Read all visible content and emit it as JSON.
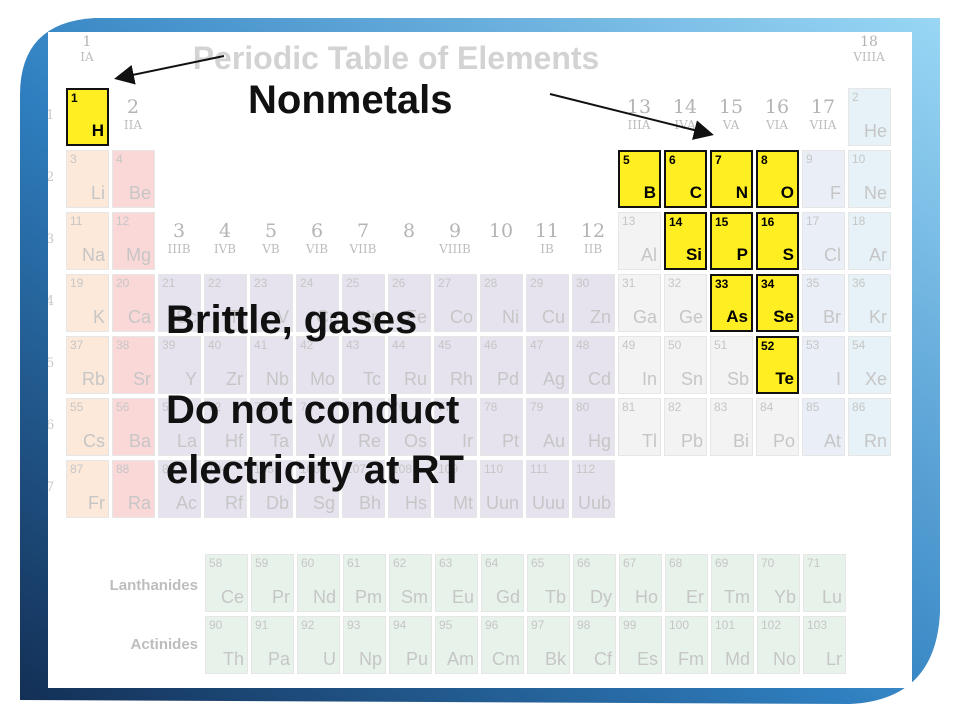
{
  "slide": {
    "table_title": "Periodic Table of Elements",
    "heading": "Nonmetals",
    "bullet1": "Brittle, gases",
    "bullet2_line1": "Do not conduct",
    "bullet2_line2": "electricity at RT",
    "lanthanides_label": "Lanthanides",
    "actinides_label": "Actinides"
  },
  "groups": [
    {
      "n": "1",
      "r": "IA"
    },
    {
      "n": "2",
      "r": "IIA"
    },
    {
      "n": "3",
      "r": "IIIB"
    },
    {
      "n": "4",
      "r": "IVB"
    },
    {
      "n": "5",
      "r": "VB"
    },
    {
      "n": "6",
      "r": "VIB"
    },
    {
      "n": "7",
      "r": "VIIB"
    },
    {
      "n": "8",
      "r": ""
    },
    {
      "n": "9",
      "r": "VIIIB"
    },
    {
      "n": "10",
      "r": ""
    },
    {
      "n": "11",
      "r": "IB"
    },
    {
      "n": "12",
      "r": "IIB"
    },
    {
      "n": "13",
      "r": "IIIA"
    },
    {
      "n": "14",
      "r": "IVA"
    },
    {
      "n": "15",
      "r": "VA"
    },
    {
      "n": "16",
      "r": "VIA"
    },
    {
      "n": "17",
      "r": "VIIA"
    },
    {
      "n": "18",
      "r": "VIIIA"
    }
  ],
  "periods": [
    "1",
    "2",
    "3",
    "4",
    "5",
    "6",
    "7"
  ],
  "elements": [
    {
      "n": "1",
      "s": "H",
      "p": 1,
      "g": 1,
      "c": "nm",
      "hl": true
    },
    {
      "n": "2",
      "s": "He",
      "p": 1,
      "g": 18,
      "c": "ng"
    },
    {
      "n": "3",
      "s": "Li",
      "p": 2,
      "g": 1,
      "c": "alk"
    },
    {
      "n": "4",
      "s": "Be",
      "p": 2,
      "g": 2,
      "c": "ae"
    },
    {
      "n": "5",
      "s": "B",
      "p": 2,
      "g": 13,
      "c": "nm",
      "hl": true
    },
    {
      "n": "6",
      "s": "C",
      "p": 2,
      "g": 14,
      "c": "nm",
      "hl": true
    },
    {
      "n": "7",
      "s": "N",
      "p": 2,
      "g": 15,
      "c": "nm",
      "hl": true
    },
    {
      "n": "8",
      "s": "O",
      "p": 2,
      "g": 16,
      "c": "nm",
      "hl": true
    },
    {
      "n": "9",
      "s": "F",
      "p": 2,
      "g": 17,
      "c": "hal"
    },
    {
      "n": "10",
      "s": "Ne",
      "p": 2,
      "g": 18,
      "c": "ng"
    },
    {
      "n": "11",
      "s": "Na",
      "p": 3,
      "g": 1,
      "c": "alk"
    },
    {
      "n": "12",
      "s": "Mg",
      "p": 3,
      "g": 2,
      "c": "ae"
    },
    {
      "n": "13",
      "s": "Al",
      "p": 3,
      "g": 13,
      "c": "oth"
    },
    {
      "n": "14",
      "s": "Si",
      "p": 3,
      "g": 14,
      "c": "nm",
      "hl": true
    },
    {
      "n": "15",
      "s": "P",
      "p": 3,
      "g": 15,
      "c": "nm",
      "hl": true
    },
    {
      "n": "16",
      "s": "S",
      "p": 3,
      "g": 16,
      "c": "nm",
      "hl": true
    },
    {
      "n": "17",
      "s": "Cl",
      "p": 3,
      "g": 17,
      "c": "hal"
    },
    {
      "n": "18",
      "s": "Ar",
      "p": 3,
      "g": 18,
      "c": "ng"
    },
    {
      "n": "19",
      "s": "K",
      "p": 4,
      "g": 1,
      "c": "alk"
    },
    {
      "n": "20",
      "s": "Ca",
      "p": 4,
      "g": 2,
      "c": "ae"
    },
    {
      "n": "21",
      "s": "Sc",
      "p": 4,
      "g": 3,
      "c": "tm"
    },
    {
      "n": "22",
      "s": "Ti",
      "p": 4,
      "g": 4,
      "c": "tm"
    },
    {
      "n": "23",
      "s": "V",
      "p": 4,
      "g": 5,
      "c": "tm"
    },
    {
      "n": "24",
      "s": "Cr",
      "p": 4,
      "g": 6,
      "c": "tm"
    },
    {
      "n": "25",
      "s": "Mn",
      "p": 4,
      "g": 7,
      "c": "tm"
    },
    {
      "n": "26",
      "s": "Fe",
      "p": 4,
      "g": 8,
      "c": "tm"
    },
    {
      "n": "27",
      "s": "Co",
      "p": 4,
      "g": 9,
      "c": "tm"
    },
    {
      "n": "28",
      "s": "Ni",
      "p": 4,
      "g": 10,
      "c": "tm"
    },
    {
      "n": "29",
      "s": "Cu",
      "p": 4,
      "g": 11,
      "c": "tm"
    },
    {
      "n": "30",
      "s": "Zn",
      "p": 4,
      "g": 12,
      "c": "tm"
    },
    {
      "n": "31",
      "s": "Ga",
      "p": 4,
      "g": 13,
      "c": "oth"
    },
    {
      "n": "32",
      "s": "Ge",
      "p": 4,
      "g": 14,
      "c": "oth"
    },
    {
      "n": "33",
      "s": "As",
      "p": 4,
      "g": 15,
      "c": "nm",
      "hl": true
    },
    {
      "n": "34",
      "s": "Se",
      "p": 4,
      "g": 16,
      "c": "nm",
      "hl": true
    },
    {
      "n": "35",
      "s": "Br",
      "p": 4,
      "g": 17,
      "c": "hal"
    },
    {
      "n": "36",
      "s": "Kr",
      "p": 4,
      "g": 18,
      "c": "ng"
    },
    {
      "n": "37",
      "s": "Rb",
      "p": 5,
      "g": 1,
      "c": "alk"
    },
    {
      "n": "38",
      "s": "Sr",
      "p": 5,
      "g": 2,
      "c": "ae"
    },
    {
      "n": "39",
      "s": "Y",
      "p": 5,
      "g": 3,
      "c": "tm"
    },
    {
      "n": "40",
      "s": "Zr",
      "p": 5,
      "g": 4,
      "c": "tm"
    },
    {
      "n": "41",
      "s": "Nb",
      "p": 5,
      "g": 5,
      "c": "tm"
    },
    {
      "n": "42",
      "s": "Mo",
      "p": 5,
      "g": 6,
      "c": "tm"
    },
    {
      "n": "43",
      "s": "Tc",
      "p": 5,
      "g": 7,
      "c": "tm"
    },
    {
      "n": "44",
      "s": "Ru",
      "p": 5,
      "g": 8,
      "c": "tm"
    },
    {
      "n": "45",
      "s": "Rh",
      "p": 5,
      "g": 9,
      "c": "tm"
    },
    {
      "n": "46",
      "s": "Pd",
      "p": 5,
      "g": 10,
      "c": "tm"
    },
    {
      "n": "47",
      "s": "Ag",
      "p": 5,
      "g": 11,
      "c": "tm"
    },
    {
      "n": "48",
      "s": "Cd",
      "p": 5,
      "g": 12,
      "c": "tm"
    },
    {
      "n": "49",
      "s": "In",
      "p": 5,
      "g": 13,
      "c": "oth"
    },
    {
      "n": "50",
      "s": "Sn",
      "p": 5,
      "g": 14,
      "c": "oth"
    },
    {
      "n": "51",
      "s": "Sb",
      "p": 5,
      "g": 15,
      "c": "oth"
    },
    {
      "n": "52",
      "s": "Te",
      "p": 5,
      "g": 16,
      "c": "nm",
      "hl": true
    },
    {
      "n": "53",
      "s": "I",
      "p": 5,
      "g": 17,
      "c": "hal"
    },
    {
      "n": "54",
      "s": "Xe",
      "p": 5,
      "g": 18,
      "c": "ng"
    },
    {
      "n": "55",
      "s": "Cs",
      "p": 6,
      "g": 1,
      "c": "alk"
    },
    {
      "n": "56",
      "s": "Ba",
      "p": 6,
      "g": 2,
      "c": "ae"
    },
    {
      "n": "57",
      "s": "La",
      "p": 6,
      "g": 3,
      "c": "tm"
    },
    {
      "n": "72",
      "s": "Hf",
      "p": 6,
      "g": 4,
      "c": "tm"
    },
    {
      "n": "73",
      "s": "Ta",
      "p": 6,
      "g": 5,
      "c": "tm"
    },
    {
      "n": "74",
      "s": "W",
      "p": 6,
      "g": 6,
      "c": "tm"
    },
    {
      "n": "75",
      "s": "Re",
      "p": 6,
      "g": 7,
      "c": "tm"
    },
    {
      "n": "76",
      "s": "Os",
      "p": 6,
      "g": 8,
      "c": "tm"
    },
    {
      "n": "77",
      "s": "Ir",
      "p": 6,
      "g": 9,
      "c": "tm"
    },
    {
      "n": "78",
      "s": "Pt",
      "p": 6,
      "g": 10,
      "c": "tm"
    },
    {
      "n": "79",
      "s": "Au",
      "p": 6,
      "g": 11,
      "c": "tm"
    },
    {
      "n": "80",
      "s": "Hg",
      "p": 6,
      "g": 12,
      "c": "tm"
    },
    {
      "n": "81",
      "s": "Tl",
      "p": 6,
      "g": 13,
      "c": "oth"
    },
    {
      "n": "82",
      "s": "Pb",
      "p": 6,
      "g": 14,
      "c": "oth"
    },
    {
      "n": "83",
      "s": "Bi",
      "p": 6,
      "g": 15,
      "c": "oth"
    },
    {
      "n": "84",
      "s": "Po",
      "p": 6,
      "g": 16,
      "c": "oth"
    },
    {
      "n": "85",
      "s": "At",
      "p": 6,
      "g": 17,
      "c": "hal"
    },
    {
      "n": "86",
      "s": "Rn",
      "p": 6,
      "g": 18,
      "c": "ng"
    },
    {
      "n": "87",
      "s": "Fr",
      "p": 7,
      "g": 1,
      "c": "alk"
    },
    {
      "n": "88",
      "s": "Ra",
      "p": 7,
      "g": 2,
      "c": "ae"
    },
    {
      "n": "89",
      "s": "Ac",
      "p": 7,
      "g": 3,
      "c": "tm"
    },
    {
      "n": "104",
      "s": "Rf",
      "p": 7,
      "g": 4,
      "c": "tm"
    },
    {
      "n": "105",
      "s": "Db",
      "p": 7,
      "g": 5,
      "c": "tm"
    },
    {
      "n": "106",
      "s": "Sg",
      "p": 7,
      "g": 6,
      "c": "tm"
    },
    {
      "n": "107",
      "s": "Bh",
      "p": 7,
      "g": 7,
      "c": "tm"
    },
    {
      "n": "108",
      "s": "Hs",
      "p": 7,
      "g": 8,
      "c": "tm"
    },
    {
      "n": "109",
      "s": "Mt",
      "p": 7,
      "g": 9,
      "c": "tm"
    },
    {
      "n": "110",
      "s": "Uun",
      "p": 7,
      "g": 10,
      "c": "tm"
    },
    {
      "n": "111",
      "s": "Uuu",
      "p": 7,
      "g": 11,
      "c": "tm"
    },
    {
      "n": "112",
      "s": "Uub",
      "p": 7,
      "g": 12,
      "c": "tm"
    }
  ],
  "lanthanides": [
    {
      "n": "58",
      "s": "Ce"
    },
    {
      "n": "59",
      "s": "Pr"
    },
    {
      "n": "60",
      "s": "Nd"
    },
    {
      "n": "61",
      "s": "Pm"
    },
    {
      "n": "62",
      "s": "Sm"
    },
    {
      "n": "63",
      "s": "Eu"
    },
    {
      "n": "64",
      "s": "Gd"
    },
    {
      "n": "65",
      "s": "Tb"
    },
    {
      "n": "66",
      "s": "Dy"
    },
    {
      "n": "67",
      "s": "Ho"
    },
    {
      "n": "68",
      "s": "Er"
    },
    {
      "n": "69",
      "s": "Tm"
    },
    {
      "n": "70",
      "s": "Yb"
    },
    {
      "n": "71",
      "s": "Lu"
    }
  ],
  "actinides": [
    {
      "n": "90",
      "s": "Th"
    },
    {
      "n": "91",
      "s": "Pa"
    },
    {
      "n": "92",
      "s": "U"
    },
    {
      "n": "93",
      "s": "Np"
    },
    {
      "n": "94",
      "s": "Pu"
    },
    {
      "n": "95",
      "s": "Am"
    },
    {
      "n": "96",
      "s": "Cm"
    },
    {
      "n": "97",
      "s": "Bk"
    },
    {
      "n": "98",
      "s": "Cf"
    },
    {
      "n": "99",
      "s": "Es"
    },
    {
      "n": "100",
      "s": "Fm"
    },
    {
      "n": "101",
      "s": "Md"
    },
    {
      "n": "102",
      "s": "No"
    },
    {
      "n": "103",
      "s": "Lr"
    }
  ],
  "colors": {
    "highlight": "#ffee22",
    "frame_dark": "#163a66",
    "frame_mid": "#2f7fc0",
    "frame_light": "#8fd0f3"
  }
}
